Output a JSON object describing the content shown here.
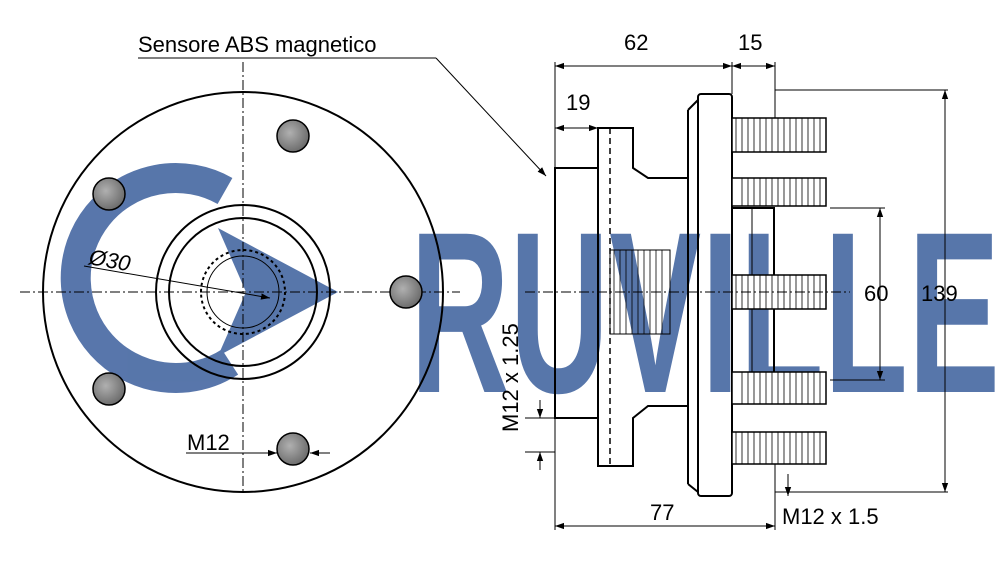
{
  "brand": {
    "watermark": "RUVILLE",
    "watermark_color": "#4f6fa6"
  },
  "labels": {
    "sensor": "Sensore ABS magnetico",
    "bore_diameter": "Ø30",
    "bolt_front": "M12",
    "thread_vertical": "M12 x 1.25",
    "stud_thread": "M12 x 1.5"
  },
  "dimensions": {
    "flange_width": "62",
    "stud_projection": "15",
    "sensor_offset": "19",
    "pilot_diameter": "60",
    "overall_height": "139",
    "overall_length": "77"
  },
  "colors": {
    "line": "#000000",
    "hole_fill": "#8a8a8a",
    "watermark": "#4f6fa6"
  }
}
